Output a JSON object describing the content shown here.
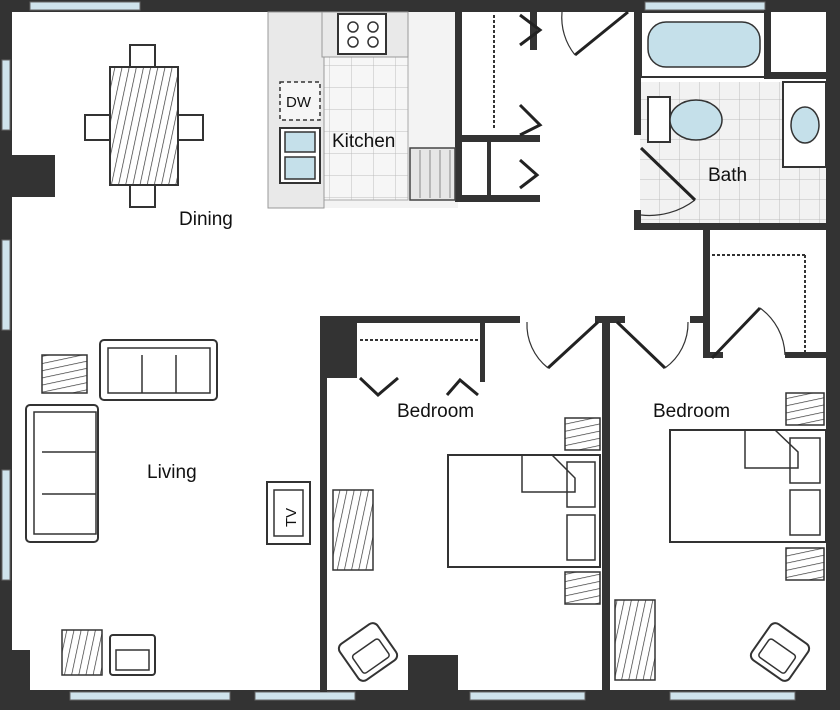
{
  "rooms": {
    "dining": "Dining",
    "kitchen": "Kitchen",
    "bath": "Bath",
    "living": "Living",
    "bedroom_1": "Bedroom",
    "bedroom_2": "Bedroom"
  },
  "appliances": {
    "dishwasher": "DW",
    "tv": "TV"
  },
  "colors": {
    "wall": "#333333",
    "window": "#cfe3ec",
    "fixture": "#c5e0ea",
    "kitchen_floor": "#f2f2f2",
    "bath_floor": "#f0f0f0"
  }
}
